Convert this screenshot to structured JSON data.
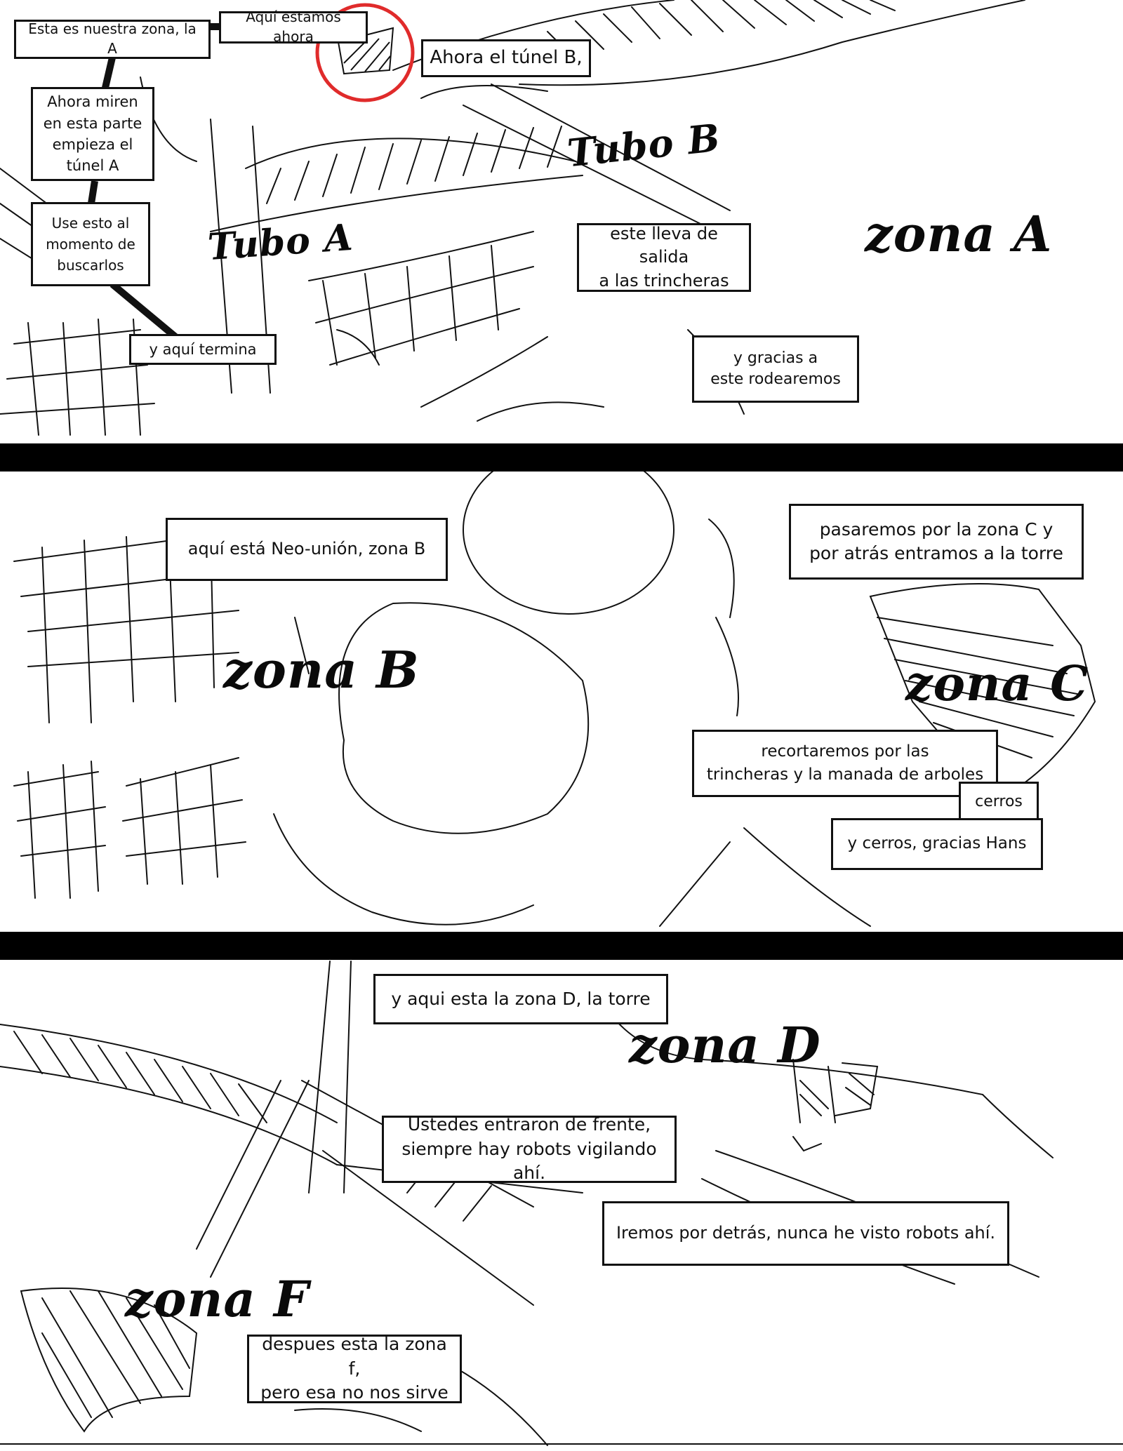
{
  "captions": {
    "zona_a_ours": "Esta es nuestra zona, la A",
    "here_now": "Aquí estamos ahora",
    "tunnel_b": "Ahora el túnel B,",
    "tunnel_a_start": "Ahora miren\nen esta parte\nempieza el\ntúnel A",
    "use_this": "Use esto al\nmomento de\nbuscarlos",
    "ends_here": "y aquí termina",
    "exit_trenches": "este lleva de salida\na las trincheras",
    "surround": "y gracias a\neste rodearemos",
    "neo_union": "aquí está Neo-unión, zona B",
    "zone_c_tower": "pasaremos por la zona C y\npor atrás entramos a la torre",
    "shortcut": "recortaremos por las\ntrincheras y la manada de arboles",
    "hills": "cerros",
    "thanks_hans": "y cerros, gracias Hans",
    "zone_d": "y aqui esta la zona D, la torre",
    "front_entry": "Ustedes entraron de frente,\nsiempre hay robots vigilando ahí.",
    "behind": "Iremos por detrás, nunca he visto robots ahí.",
    "zone_f": "despues esta la zona f,\npero esa no nos sirve"
  },
  "map_labels": {
    "tubo_b": "Tubo B",
    "tubo_a": "Tubo A",
    "zona_a": "zona A",
    "zona_b": "zona B",
    "zona_c": "zona C",
    "zona_d": "zona D",
    "zona_f": "zona F"
  },
  "colors": {
    "ink": "#111111",
    "highlight_circle": "#e02b2b",
    "gutter": "#000000"
  }
}
